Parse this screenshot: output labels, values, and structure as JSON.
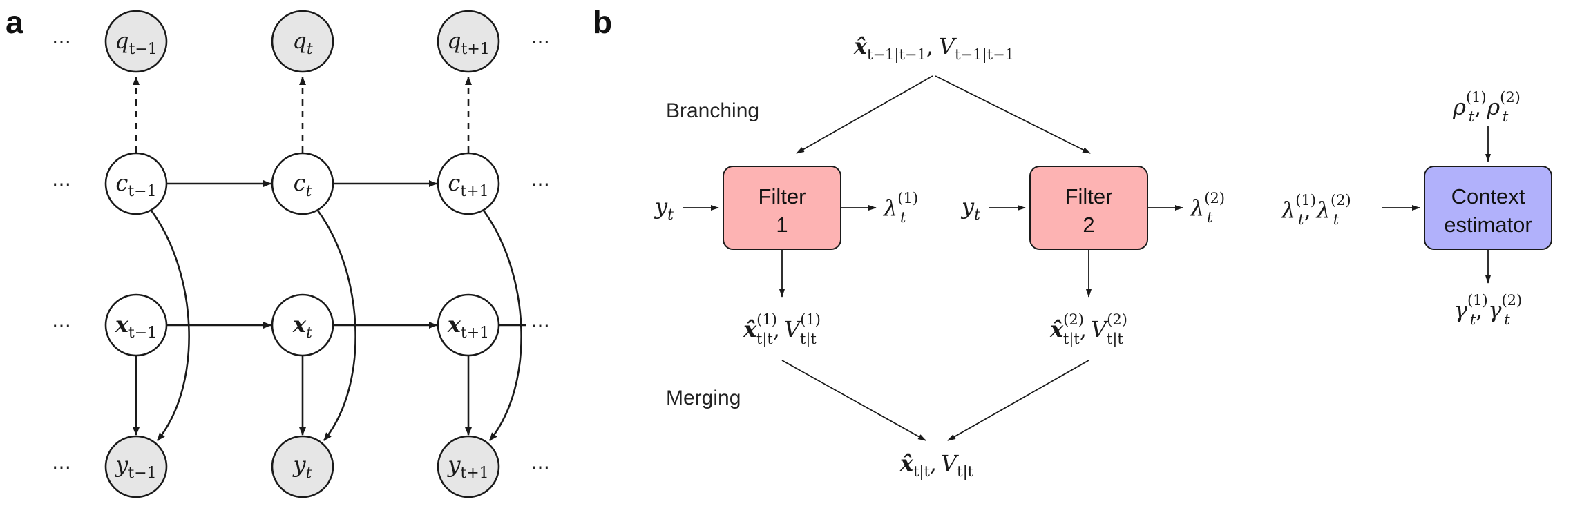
{
  "panel_a": {
    "label": "a",
    "ellipsis": "⋯",
    "nodes": {
      "q_prev": "q",
      "q_prev_sub": "t−1",
      "q_cur": "q",
      "q_cur_sub": "t",
      "q_next": "q",
      "q_next_sub": "t+1",
      "c_prev": "c",
      "c_prev_sub": "t−1",
      "c_cur": "c",
      "c_cur_sub": "t",
      "c_next": "c",
      "c_next_sub": "t+1",
      "x_prev": "x",
      "x_prev_sub": "t−1",
      "x_cur": "x",
      "x_cur_sub": "t",
      "x_next": "x",
      "x_next_sub": "t+1",
      "y_prev": "y",
      "y_prev_sub": "t−1",
      "y_cur": "y",
      "y_cur_sub": "t",
      "y_next": "y",
      "y_next_sub": "t+1"
    }
  },
  "panel_b": {
    "label": "b",
    "branching_label": "Branching",
    "merging_label": "Merging",
    "filter1_line1": "Filter",
    "filter1_line2": "1",
    "filter2_line1": "Filter",
    "filter2_line2": "2",
    "context_line1": "Context",
    "context_line2": "estimator",
    "prior_state": {
      "x": "x̂",
      "x_sub": "t−1|t−1",
      "sep": ",",
      "v": "V",
      "v_sub": "t−1|t−1"
    },
    "y_input": {
      "y": "y",
      "sub": "t"
    },
    "lambda1": {
      "sym": "λ",
      "sup": "(1)",
      "sub": "t"
    },
    "lambda2": {
      "sym": "λ",
      "sup": "(2)",
      "sub": "t"
    },
    "state1": {
      "x": "x̂",
      "x_sup": "(1)",
      "x_sub": "t|t",
      "sep": ",",
      "v": "V",
      "v_sup": "(1)",
      "v_sub": "t|t"
    },
    "state2": {
      "x": "x̂",
      "x_sup": "(2)",
      "x_sub": "t|t",
      "sep": ",",
      "v": "V",
      "v_sup": "(2)",
      "v_sub": "t|t"
    },
    "posterior": {
      "x": "x̂",
      "x_sub": "t|t",
      "sep": ",",
      "v": "V",
      "v_sub": "t|t"
    },
    "rho": {
      "sym1": "ρ",
      "sup1": "(1)",
      "sub1": "t",
      "sep": ",",
      "sym2": "ρ",
      "sup2": "(2)",
      "sub2": "t"
    },
    "lambda_pair": {
      "sym1": "λ",
      "sup1": "(1)",
      "sub1": "t",
      "sep": ",",
      "sym2": "λ",
      "sup2": "(2)",
      "sub2": "t"
    },
    "gamma_pair": {
      "sym1": "γ",
      "sup1": "(1)",
      "sub1": "t",
      "sep": ",",
      "sym2": "γ",
      "sup2": "(2)",
      "sub2": "t"
    }
  },
  "colors": {
    "filter_fill": "#fdb3b3",
    "context_fill": "#b1b1fb",
    "observed_node_fill": "#e6e6e6",
    "latent_node_fill": "#ffffff"
  }
}
